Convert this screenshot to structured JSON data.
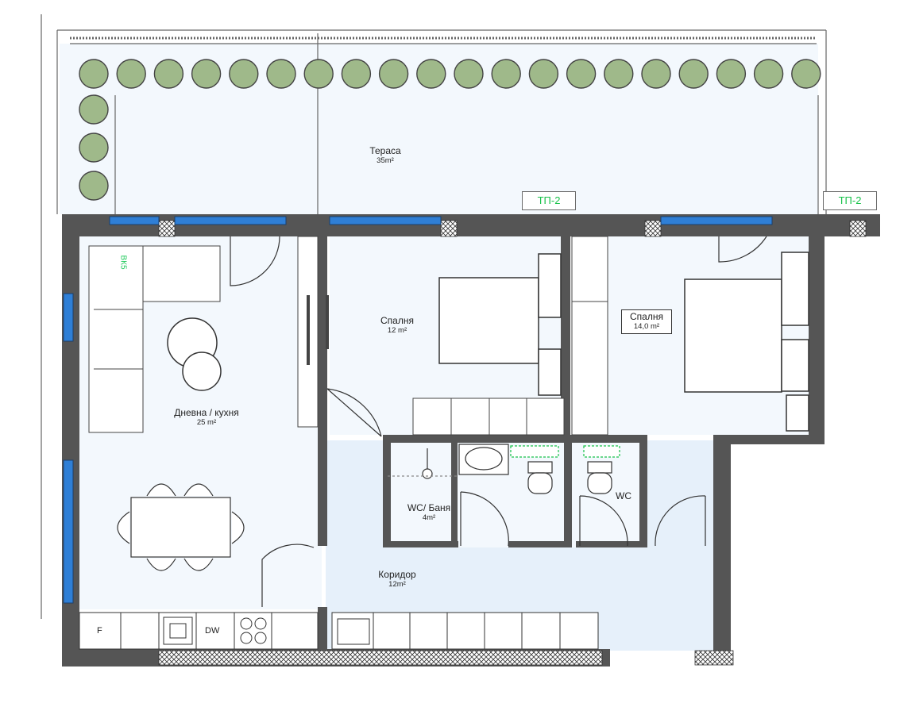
{
  "rooms": {
    "terrace": {
      "name": "Тераса",
      "area": "35m²"
    },
    "bedroom1": {
      "name": "Спалня",
      "area": "12 m²"
    },
    "bedroom2": {
      "name": "Спалня",
      "area": "14,0 m²"
    },
    "living": {
      "name": "Дневна / кухня",
      "area": "25 m²"
    },
    "bath": {
      "name": "WC/ Баня",
      "area": "4m²"
    },
    "wc": {
      "name": "WC"
    },
    "corridor": {
      "name": "Коридор",
      "area": "12m²"
    }
  },
  "radiators": {
    "tp_label": "ТП-2",
    "vk_label": "ВК5"
  },
  "appliances": {
    "fridge": "F",
    "dishwasher": "DW"
  },
  "colors": {
    "wall": "#555555",
    "window": "#2f7fd6",
    "tree": "#9fb98a",
    "corridor": "#e6f0fa",
    "room": "#f3f8fd",
    "accent": "#18c24a"
  }
}
